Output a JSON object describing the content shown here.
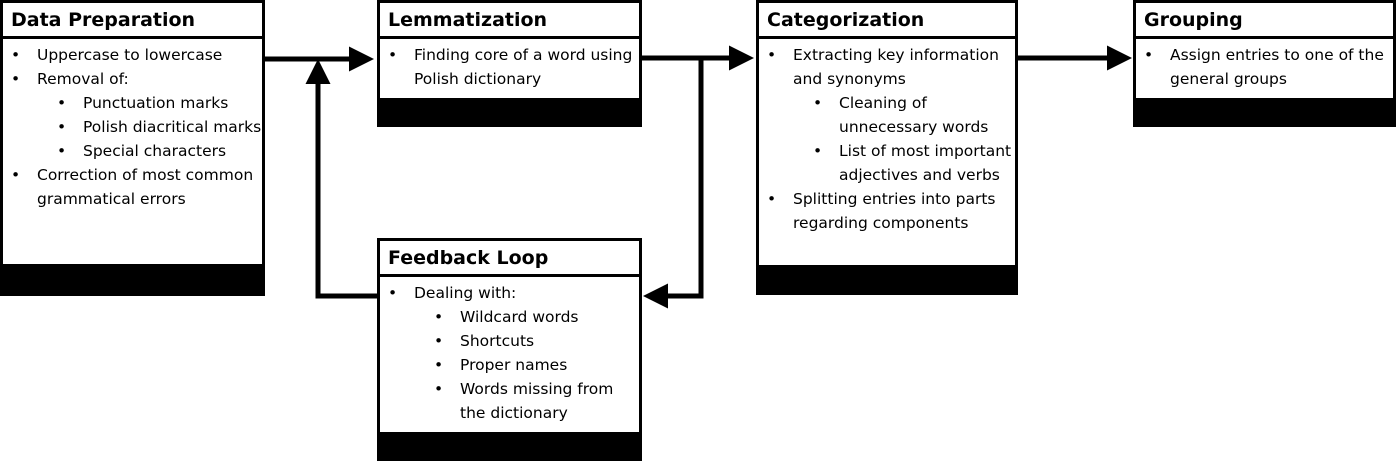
{
  "boxes": {
    "data_preparation": {
      "title": "Data Preparation",
      "items": [
        {
          "text": "Uppercase to lowercase"
        },
        {
          "text": "Removal of:"
        },
        {
          "text": "Punctuation marks"
        },
        {
          "text": "Polish diacritical marks"
        },
        {
          "text": "Special characters"
        },
        {
          "text": "Correction of most common grammatical errors"
        }
      ]
    },
    "lemmatization": {
      "title": "Lemmatization",
      "items": [
        {
          "text": "Finding core of a word using Polish dictionary"
        }
      ]
    },
    "categorization": {
      "title": "Categorization",
      "items": [
        {
          "text": "Extracting key information and synonyms"
        },
        {
          "text": "Cleaning of unnecessary words"
        },
        {
          "text": "List of most important adjectives and verbs"
        },
        {
          "text": "Splitting entries into parts regarding components"
        }
      ]
    },
    "grouping": {
      "title": "Grouping",
      "items": [
        {
          "text": "Assign entries to one of the general groups"
        }
      ]
    },
    "feedback_loop": {
      "title": "Feedback Loop",
      "items": [
        {
          "text": "Dealing with:"
        },
        {
          "text": "Wildcard words"
        },
        {
          "text": "Shortcuts"
        },
        {
          "text": "Proper names"
        },
        {
          "text": "Words missing from the dictionary"
        }
      ]
    }
  },
  "colors": {
    "stroke": "#000000",
    "fill": "#ffffff"
  }
}
